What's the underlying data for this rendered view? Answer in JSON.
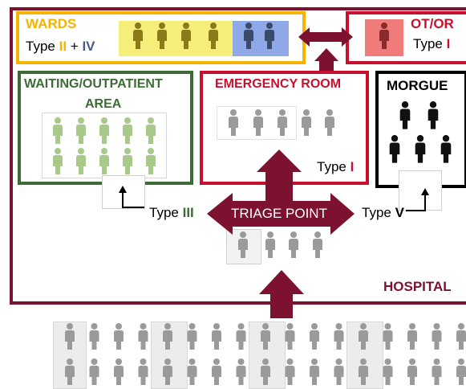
{
  "colors": {
    "hospital": "#7d1230",
    "wards": "#f4b400",
    "ot": "#c8102e",
    "waiting": "#3d6b35",
    "er": "#c8102e",
    "morgue": "#000000",
    "ward_patient": "#8a7a18",
    "ward_highlight": "#f5ee7a",
    "ward_blue": "#8fa9e8",
    "ward_blue_person": "#3a4a6a",
    "ot_highlight": "#f07b7b",
    "ot_person": "#8a2a2a",
    "green_person": "#a9c98a",
    "grey_person": "#9a9a9a",
    "dark_person": "#111111",
    "arrow": "#7d1230"
  },
  "hospital": {
    "label": "HOSPITAL"
  },
  "wards": {
    "title": "WARDS",
    "type_prefix": "Type",
    "type_roman1": "II",
    "type_plus": "+",
    "type_roman2": "IV",
    "patient_icon": "person-icon"
  },
  "ot_or": {
    "title": "OT/OR",
    "type_prefix": "Type",
    "type_roman": "I"
  },
  "waiting": {
    "title_line1": "WAITING/OUTPATIENT",
    "title_line2": "AREA"
  },
  "emergency": {
    "title": "EMERGENCY ROOM",
    "type_prefix": "Type",
    "type_roman": "I"
  },
  "morgue": {
    "title": "MORGUE"
  },
  "triage": {
    "label": "TRIAGE POINT"
  },
  "type3": {
    "prefix": "Type",
    "roman": "III"
  },
  "type5": {
    "prefix": "Type",
    "roman": "V"
  }
}
